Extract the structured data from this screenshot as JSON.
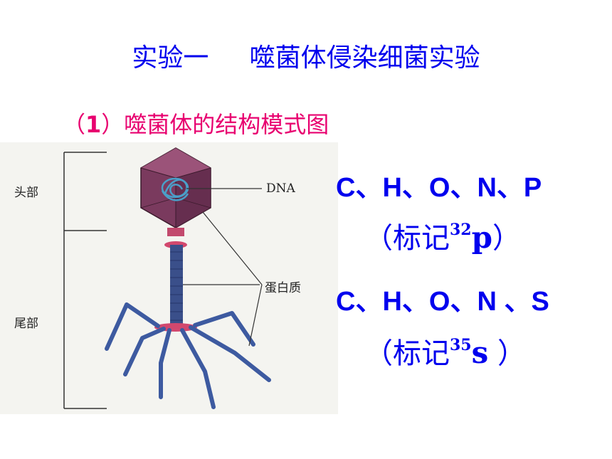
{
  "title": "实验一     噬菌体侵染细菌实验",
  "subtitle": {
    "paren_open": "（",
    "num": "1",
    "paren_close": "）",
    "text": "噬菌体的结构模式图"
  },
  "figure": {
    "labels": {
      "head": "头部",
      "tail": "尾部",
      "dna": "DNA",
      "protein": "蛋白质"
    },
    "colors": {
      "head": "#7a3a5e",
      "tail": "#3a4f8a",
      "legs": "#3d5aa0",
      "collar": "#d2486e",
      "dna": "#4a9fc8"
    }
  },
  "elements_p": "C、H、O、N、P",
  "label_p": {
    "open": "（标记",
    "sup": "32",
    "iso": "p",
    "close": "）"
  },
  "elements_s": "C、H、O、N 、S",
  "label_s": {
    "open": "（标记",
    "sup": "35",
    "iso": "s",
    "close": " ）"
  }
}
